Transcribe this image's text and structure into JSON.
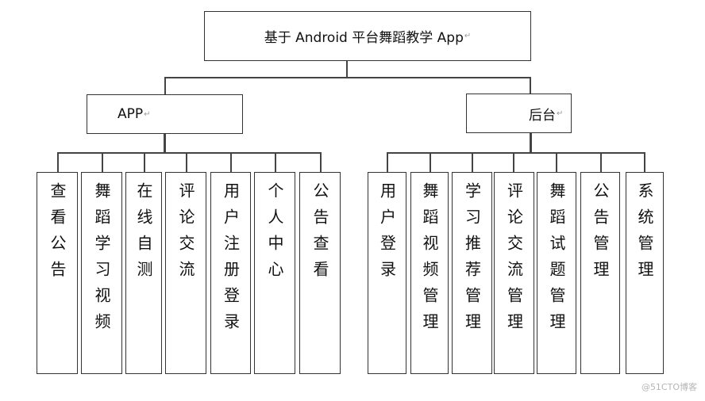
{
  "root": {
    "title": "基于 Android 平台舞蹈教学 App"
  },
  "branches": {
    "app": {
      "label": "APP"
    },
    "backend": {
      "label": "后台"
    }
  },
  "app_leaves": [
    {
      "label": "查看公告"
    },
    {
      "label": "舞蹈学习视频"
    },
    {
      "label": "在线自测"
    },
    {
      "label": "评论交流"
    },
    {
      "label": "用户注册登录"
    },
    {
      "label": "个人中心"
    },
    {
      "label": "公告查看"
    }
  ],
  "backend_leaves": [
    {
      "label": "用户登录"
    },
    {
      "label": "舞蹈视频管理"
    },
    {
      "label": "学习推荐管理"
    },
    {
      "label": "评论交流管理"
    },
    {
      "label": "舞蹈试题管理"
    },
    {
      "label": "公告管理"
    },
    {
      "label": "系统管理"
    }
  ],
  "watermark": "@51CTO博客"
}
